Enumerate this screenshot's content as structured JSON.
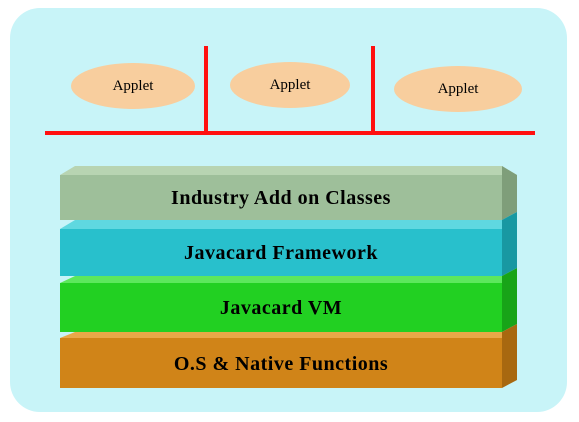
{
  "applets": [
    {
      "label": "Applet"
    },
    {
      "label": "Applet"
    },
    {
      "label": "Applet"
    }
  ],
  "layers": [
    {
      "label": "Industry Add on Classes",
      "front": "#9ebf9a",
      "top": "#b8d4b2",
      "side": "#7f9e7a"
    },
    {
      "label": "Javacard Framework",
      "front": "#28c0cc",
      "top": "#5fd8e0",
      "side": "#1898a2"
    },
    {
      "label": "Javacard VM",
      "front": "#22d022",
      "top": "#5ce85c",
      "side": "#18a418"
    },
    {
      "label": "O.S & Native Functions",
      "front": "#d08418",
      "top": "#e8a848",
      "side": "#a86810"
    }
  ],
  "colors": {
    "panel": "#c8f4f8",
    "oval": "#f8ce9e",
    "connector": "#ff1010"
  }
}
